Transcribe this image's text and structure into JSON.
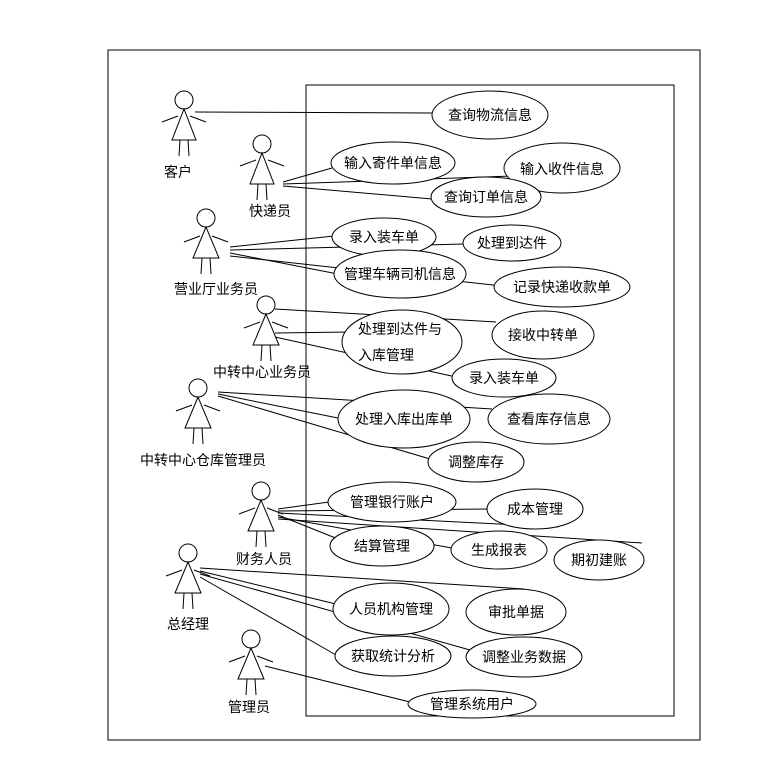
{
  "actors": {
    "customer": "客户",
    "courier": "快递员",
    "hall_clerk": "营业厅业务员",
    "transit_clerk": "中转中心业务员",
    "warehouse_manager": "中转中心仓库管理员",
    "finance": "财务人员",
    "general_manager": "总经理",
    "admin": "管理员"
  },
  "usecases": {
    "query_logistics": "查询物流信息",
    "input_send_order": "输入寄件单信息",
    "input_receive": "输入收件信息",
    "query_order": "查询订单信息",
    "enter_loading_1": "录入装车单",
    "handle_arrival_1": "处理到达件",
    "manage_vehicle_driver": "管理车辆司机信息",
    "record_payment": "记录快递收款单",
    "handle_arrival_warehouse_l1": "处理到达件与",
    "handle_arrival_warehouse_l2": "入库管理",
    "receive_transfer": "接收中转单",
    "enter_loading_2": "录入装车单",
    "handle_in_out": "处理入库出库单",
    "view_inventory": "查看库存信息",
    "adjust_inventory": "调整库存",
    "manage_bank": "管理银行账户",
    "cost_manage": "成本管理",
    "settlement": "结算管理",
    "generate_report": "生成报表",
    "initial_account": "期初建账",
    "personnel_org": "人员机构管理",
    "approve_docs": "审批单据",
    "statistics": "获取统计分析",
    "adjust_business": "调整业务数据",
    "manage_users": "管理系统用户"
  }
}
